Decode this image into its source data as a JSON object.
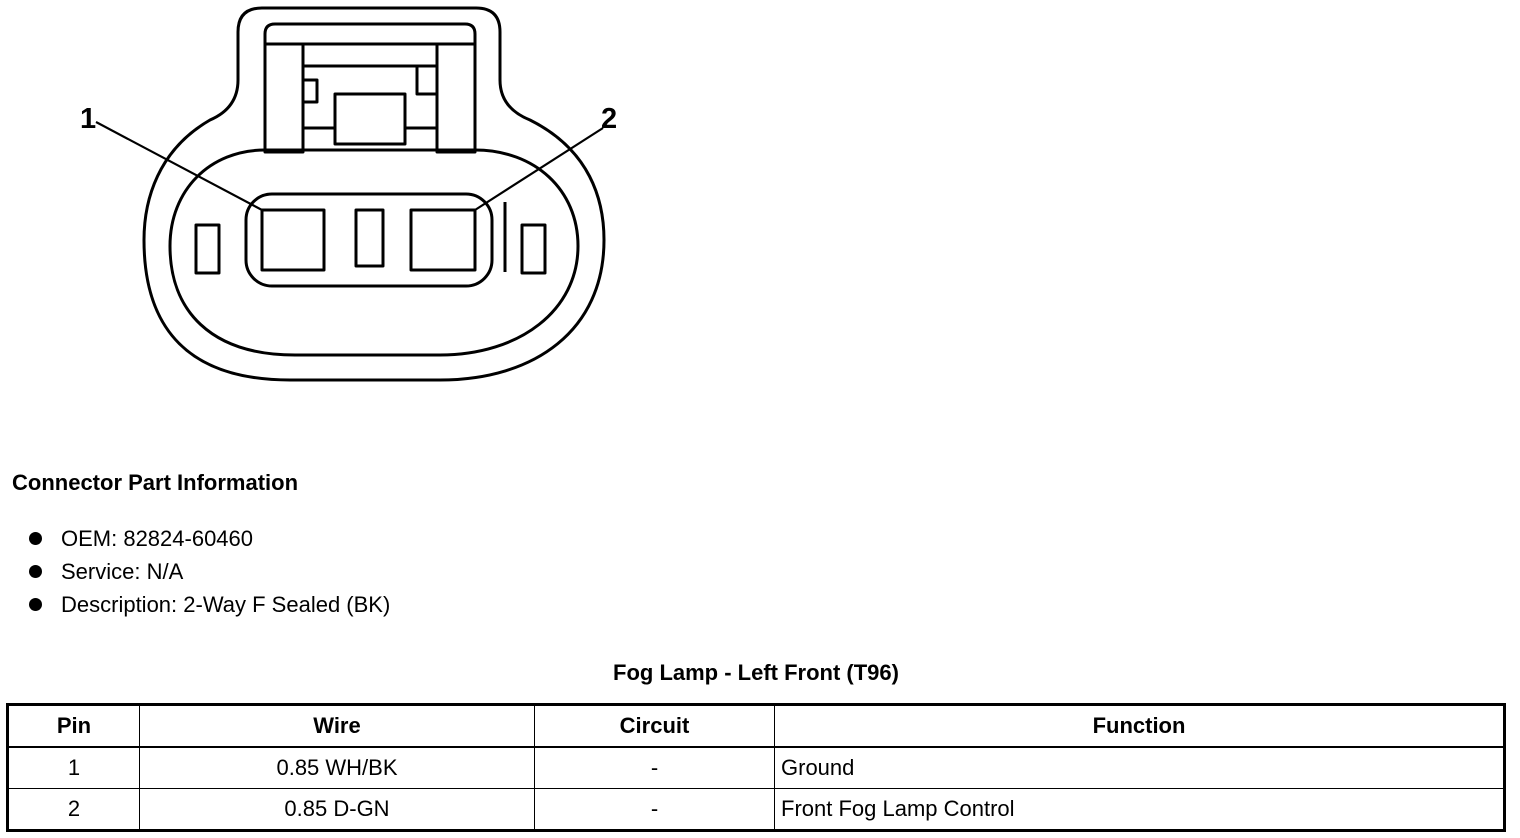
{
  "diagram": {
    "callouts": [
      "1",
      "2"
    ]
  },
  "part_info": {
    "heading": "Connector Part Information",
    "items": [
      "OEM: 82824-60460",
      "Service: N/A",
      "Description: 2-Way F Sealed (BK)"
    ]
  },
  "table": {
    "title": "Fog Lamp - Left Front (T96)",
    "headers": [
      "Pin",
      "Wire",
      "Circuit",
      "Function"
    ],
    "rows": [
      [
        "1",
        "0.85 WH/BK",
        "-",
        "Ground"
      ],
      [
        "2",
        "0.85 D-GN",
        "-",
        "Front Fog Lamp Control"
      ]
    ]
  }
}
